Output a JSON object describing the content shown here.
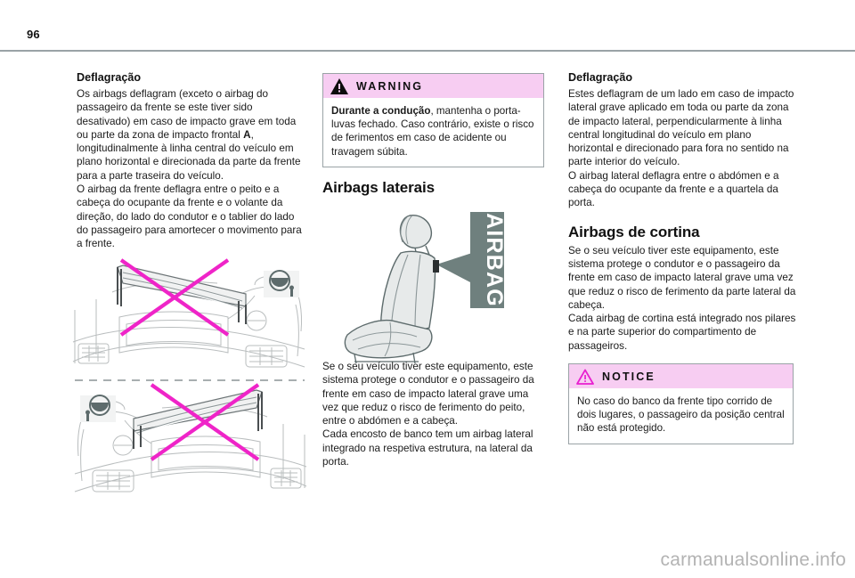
{
  "page": {
    "number": "96",
    "watermark": "carmanualsonline.info"
  },
  "columns": {
    "left": {
      "heading": "Deflagração",
      "paragraphs": [
        "Os airbags deflagram (exceto o airbag do passageiro da frente se este tiver sido desativado) em caso de impacto grave em toda ou parte da zona de impacto frontal A, longitudinalmente à linha central do veículo em plano horizontal e direcionada da parte da frente para a parte traseira do veículo.",
        "O airbag da frente deflagra entre o peito e a cabeça do ocupante da frente e o volante da direção, do lado do condutor e o tablier do lado do passageiro para amortecer o movimento para a frente."
      ],
      "inline_bold_marker": "A"
    },
    "middle": {
      "warning": {
        "icon": "warning-triangle-filled-icon",
        "label": "WARNING",
        "lead_bold": "Durante a condução",
        "body_rest": ", mantenha o porta-luvas fechado. Caso contrário, existe o risco de ferimentos em caso de acidente ou travagem súbita."
      },
      "heading": "Airbags laterais",
      "figure_label": "AIRBAG",
      "paragraphs": [
        "Se o seu veículo tiver este equipamento, este sistema protege o condutor e o passageiro da frente em caso de impacto lateral grave uma vez que reduz o risco de ferimento do peito, entre o abdómen e a cabeça.",
        "Cada encosto de banco tem um airbag lateral integrado na respetiva estrutura, na lateral da porta."
      ]
    },
    "right": {
      "heading": "Deflagração",
      "paragraphs": [
        "Estes deflagram de um lado em caso de impacto lateral grave aplicado em toda ou parte da zona de impacto lateral, perpendicularmente à linha central longitudinal do veículo em plano horizontal e direcionado para fora no sentido na parte interior do veículo.",
        "O airbag lateral deflagra entre o abdómen e a cabeça do ocupante da frente e a quartela da porta."
      ],
      "chapter_heading": "Airbags de cortina",
      "chapter_paragraphs": [
        "Se o seu veículo tiver este equipamento, este sistema protege o condutor e o passageiro da frente em caso de impacto lateral grave uma vez que reduz o risco de ferimento da parte lateral da cabeça.",
        "Cada airbag de cortina está integrado nos pilares e na parte superior do compartimento de passageiros."
      ],
      "notice": {
        "icon": "notice-triangle-outline-icon",
        "label": "NOTICE",
        "body": "No caso do banco da frente tipo corrido de dois lugares, o passageiro da posição central não está protegido."
      }
    }
  },
  "figures": {
    "dashboard_lhd": {
      "name": "dashboard-open-glovebox-lhd",
      "crossed_out": true
    },
    "dashboard_rhd": {
      "name": "dashboard-open-glovebox-rhd",
      "crossed_out": true
    },
    "seat_side_airbag": {
      "name": "front-seat-side-airbag",
      "label": "AIRBAG"
    }
  },
  "colors": {
    "callout_header_pink": "#f7cdf2",
    "notice_triangle_magenta": "#e81fd0",
    "cross_out_magenta": "#ef24c8",
    "rule_gray": "#9aa3a6",
    "airbag_tag_gray": "#6f807e",
    "watermark_gray": "#b3b3b3"
  }
}
